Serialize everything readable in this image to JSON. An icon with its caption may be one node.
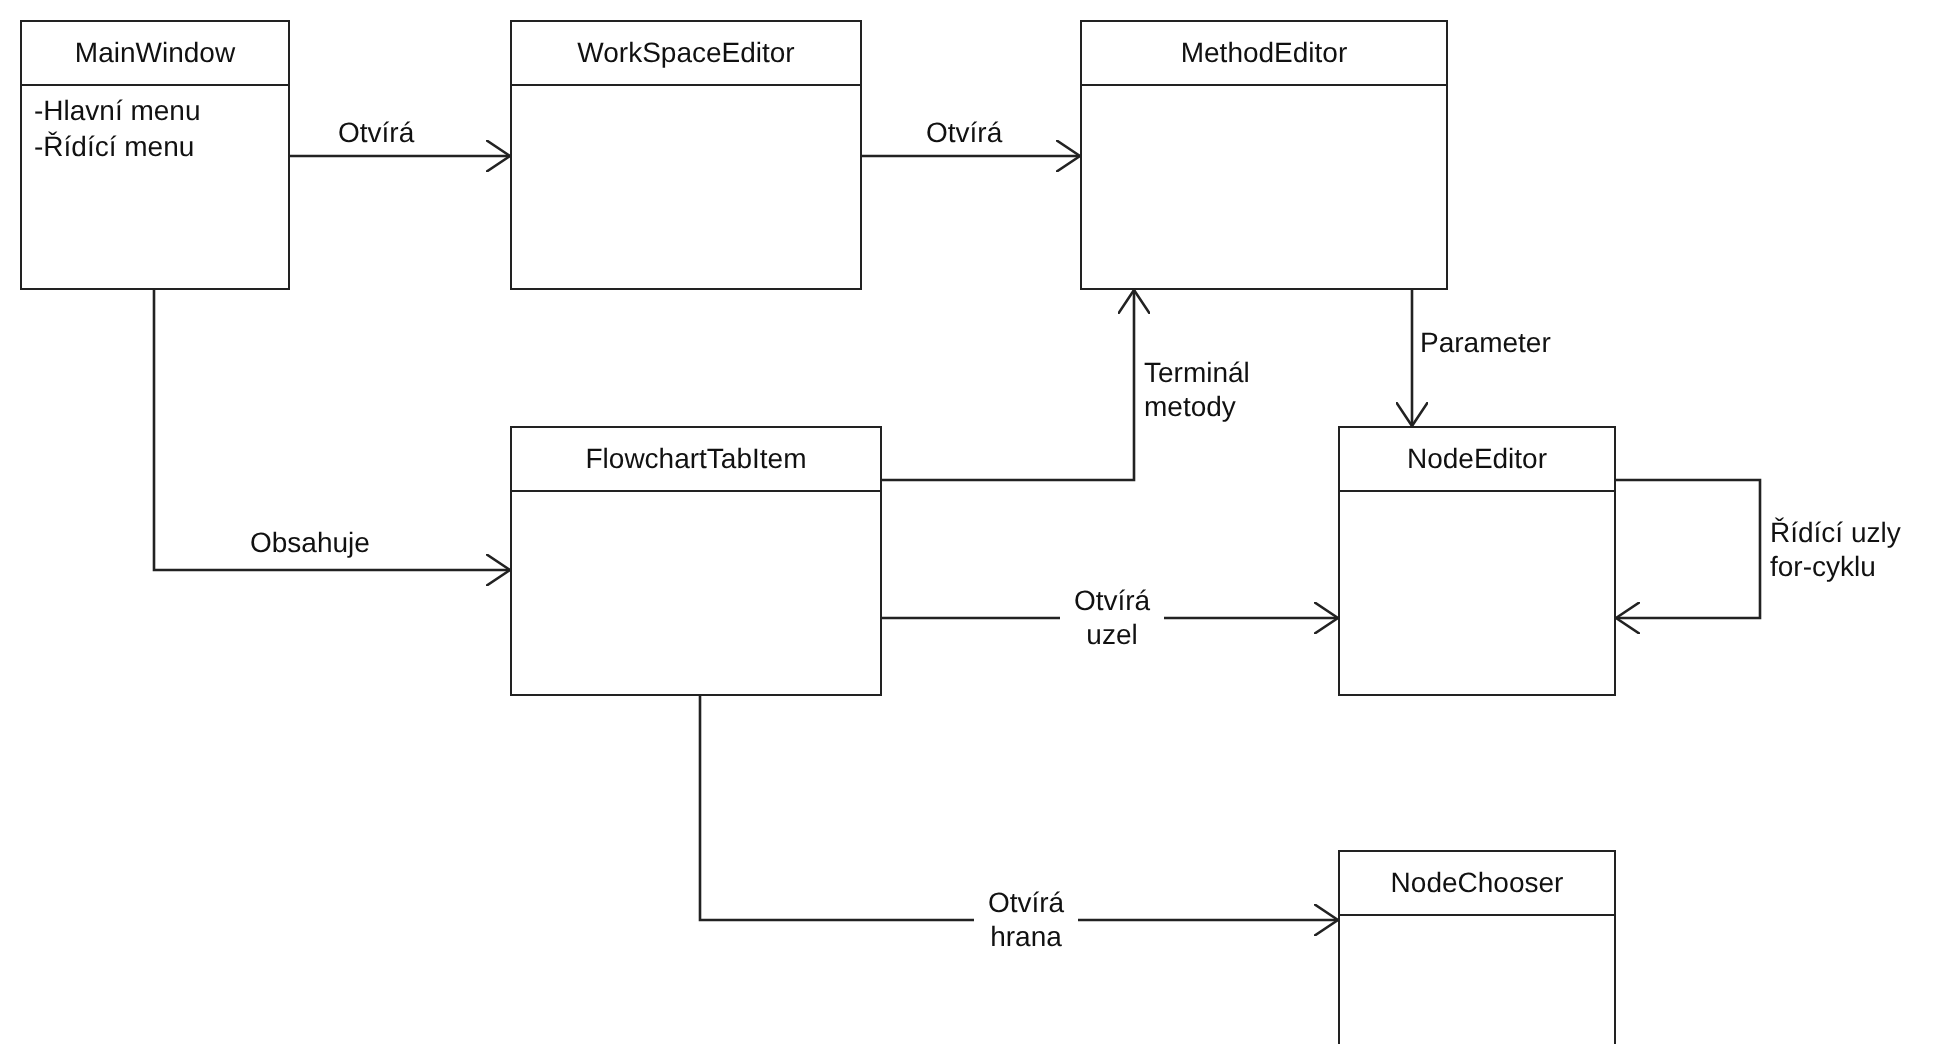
{
  "diagram": {
    "nodes": [
      {
        "text": [
          "MainWindow",
          "-Hlavní menu",
          "-Řídící menu"
        ]
      },
      {
        "text": [
          "WorkSpaceEditor"
        ]
      },
      {
        "text": [
          "MethodEditor"
        ]
      },
      {
        "text": [
          "FlowchartTabItem"
        ]
      },
      {
        "text": [
          "NodeEditor"
        ]
      },
      {
        "text": [
          "NodeChooser"
        ]
      }
    ],
    "edges": [
      {
        "from": 0,
        "to": 1,
        "arrow": "to",
        "label": "Otvírá"
      },
      {
        "from": 1,
        "to": 2,
        "arrow": "to",
        "label": "Otvírá"
      },
      {
        "from": 0,
        "to": 3,
        "arrow": "to",
        "label": "Obsahuje"
      },
      {
        "from": 3,
        "to": 2,
        "arrow": "to",
        "label": "Terminál metody"
      },
      {
        "from": 2,
        "to": 4,
        "arrow": "to",
        "label": "Parameter"
      },
      {
        "from": 3,
        "to": 4,
        "arrow": "to",
        "label": "Otvírá uzel"
      },
      {
        "from": 4,
        "to": 4,
        "arrow": "to",
        "label": "Řídící uzly for-cyklu"
      },
      {
        "from": 3,
        "to": 5,
        "arrow": "to",
        "label": "Otvírá hrana"
      }
    ]
  }
}
